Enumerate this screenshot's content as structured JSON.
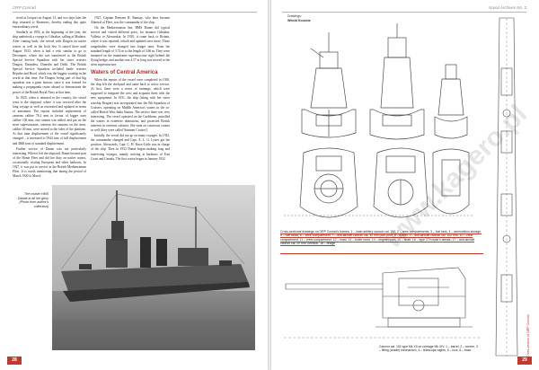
{
  "left_page": {
    "running_head": "ORP Conrad",
    "page_number": "28",
    "col1": [
      "rived at Gosport on August 13, and two days later the ship returned to Sheerness, thereby ending this quite extraordinary travel.",
      "Similarly in 1933, at the beginning of the year, the ship undertook a voyage to Gibraltar, calling at Madeira. After coming back, she served with Dragon on native waters as well as the Irish Sea. It stayed there until August 1933, when it had a refit similar to go to Devonport, where she was transferred to the British Special Service Squadron with her sister cruisers Dragon, Dauntless, Dunedin and Delhi. The British Special Service Squadron included battle cruisers Repulse and Hood, which was the biggest warship in the world at that time. For Dragon, being part of that big squadron was a great honour, since it was formed for making a propaganda cruise abroad to demonstrate the power of the British Royal Navy at that time.",
      "In 1925, when it returned to the country, the vessel went to the shipyard, where it was serviced after the long voyage as well as renovated and updated in terms of armament. The repairs included replacement of cannons calibre 76.2 mm in favour of bigger ones calibre 102 mm; one cannon was added, and put on the stern superstructure, whereas the cannons on the stern, calibre 40 mm, were moved to the sides of the platform. At that time displacement of the vessel significantly changed – it increased to 5944 tons of full displacement and 4848 tons of standard displacement.",
      "Further service of Danae was not particularly interesting. When it left the shipyard, Danae became part of the Home Fleet and did her duty on native waters, occasionally visiting European and other harbours. In 1927, it was put in service in the British Mediterranean Fleet. It is worth mentioning that during the period of March 1920 to March"
    ],
    "col2": [
      "1927, Captain Bertram H. Ramsay, who later became Admiral of Fleet, was the commander of the ship.",
      "On the Mediterranean Sea, HMS Danae did typical service and visited different ports, for instance Gibraltar, Valletta or Alexandria. In 1929, it came back to Britain, where it was repaired, rebuilt and updated once more. Three rangefinders were changed into longer ones. From the standard length of 3.74 m to the length of 3.66 m. They were mounted on the mainframe superstructure right behind the flying bridge, and another one 4.57 m long was moved to the stern superstructure."
    ],
    "section_heading": "Waters of Central America",
    "col2b": [
      "When the repairs of the vessel were completed in 1930, the ship left the dockyard and came back to active service. At first, there were a series of trainings, which were supposed to integrate the crew and acquaint them with the new equipment. In 1931, the ship (along with her sister warship Dragon) was incorporated into the 8th Squadron of Cruisers, operating on Middle America's waters in the so-called British West India Station. The service there was very interesting. The vessel operated on the Caribbean, patrolled the waters in extensive dominions, and protected British interests in overseas colonies. She went on courteous cruises as well (they were called 'Summer Cruises').",
      "Initially, the vessel did not go on many voyages. In 1932, the commander changed and Capt. A. L. G. Lyster got the position. Afterwards, Capt. C. H. Knox-Little was in charge of the ship. Then in 1933 Danae began making long and interesting voyages, mainly arriving at harbours of East Coast and Canada. The first cruise began in January 1932"
    ],
    "photo_caption": "The cruiser HMS Danae in all her glory (Photo from author's collection)"
  },
  "right_page": {
    "running_head": "Naval Archives No. 3",
    "page_number": "29",
    "drawing_label": "Drawings:",
    "drawing_author": "Witold Koszela",
    "cross_section_caption": "Cross-sectional drawings on ORP Conrad's frames: 1 – main artillery cannon cal. 152, 2 – crew compartments, 3 – fuel tank, 4 – ammunition storage, 5 – fuel tanks, 6 – crew compartment, 7 – anti-aircraft cannon cal. 40 mm pom-pom, 8 – funnel, 9 – anti-aircraft cannon cal. 102 mm, 10 – crew compartment, 11 – crew compartment, 12 – mast, 13 – boiler room, 14 – engine room, 15 – shaft, 16 – type 279 radar's aerials, 17 – anti-aircraft cannon cal. 20 mm Oerlikon, 18 – bridge",
    "gun_caption": "Cannon cal. 152 type Mk XII on carriage Mk XIV: 1 – barrel, 2 – screen, 3 – lifting (cradle) mechanism, 4 – telescopic sights, 5 – lock, 6 – base",
    "vertical_label": "Cross-section of ORP Conrad",
    "watermark": "www.kagero.pl"
  },
  "colors": {
    "accent": "#c0392b",
    "text": "#222222",
    "drawing_line": "#4a4a4a"
  }
}
